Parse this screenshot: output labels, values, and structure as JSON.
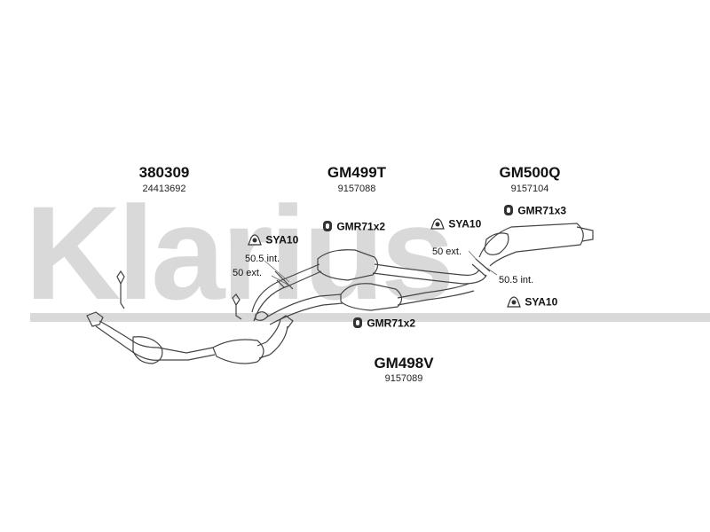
{
  "watermark": {
    "text": "Klarius"
  },
  "parts": [
    {
      "code": "380309",
      "number": "24413692"
    },
    {
      "code": "GM499T",
      "number": "9157088"
    },
    {
      "code": "GM500Q",
      "number": "9157104"
    },
    {
      "code": "GM498V",
      "number": "9157089"
    }
  ],
  "fittings": {
    "sya10_a": "SYA10",
    "gmr71x2_a": "GMR71x2",
    "sya10_b": "SYA10",
    "gmr71x3": "GMR71x3",
    "gmr71x2_b": "GMR71x2",
    "sya10_c": "SYA10"
  },
  "dimensions": {
    "d1": "50.5 int.",
    "d2": "50 ext.",
    "d3": "50 ext.",
    "d4": "50.5 int."
  },
  "colors": {
    "watermark": "#d9d9d9",
    "lines": "#444444",
    "text": "#111111"
  }
}
